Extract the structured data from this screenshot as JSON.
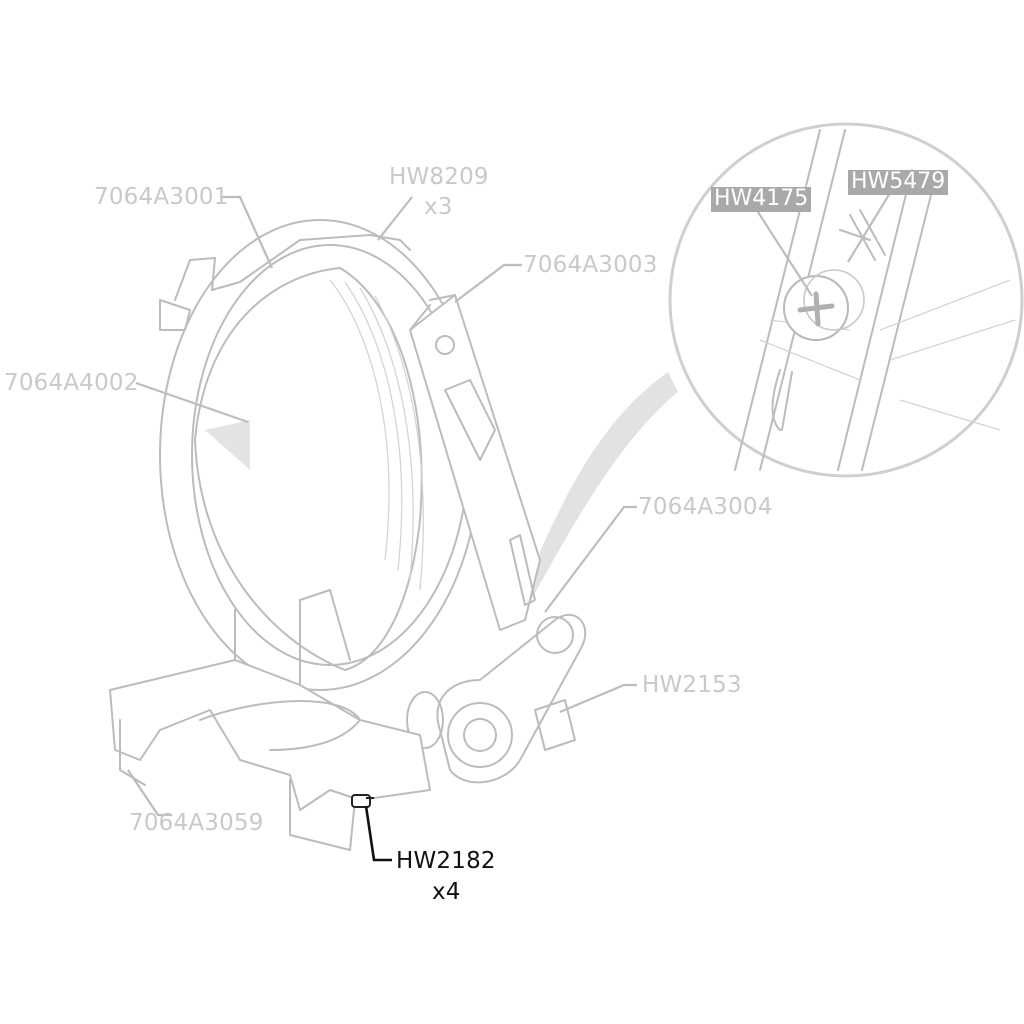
{
  "callouts": {
    "part_7064A3001": "7064A3001",
    "hw8209": "HW8209",
    "hw8209_qty": "x3",
    "part_7064A3003": "7064A3003",
    "part_7064A4002": "7064A4002",
    "part_7064A3004": "7064A3004",
    "hw2153": "HW2153",
    "part_7064A3059": "7064A3059",
    "hw2182": "HW2182",
    "hw2182_qty": "x4"
  },
  "detail_view": {
    "hw4175": "HW4175",
    "hw5479": "HW5479"
  },
  "colors": {
    "inactive_label": "#c9c9c9",
    "active_label": "#111111",
    "detail_tag_background": "#a9a9a9",
    "line_art": "#bcbcbc"
  },
  "highlighted_part": "HW2182"
}
